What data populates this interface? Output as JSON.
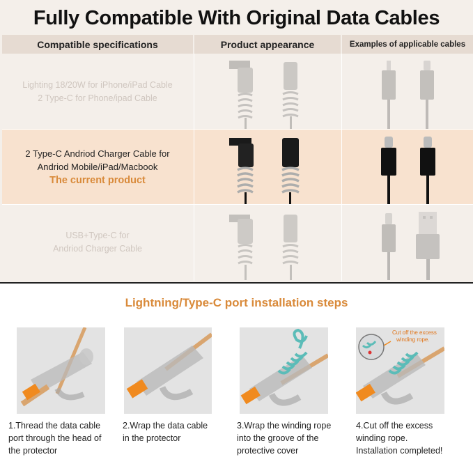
{
  "title": "Fully Compatible With Original Data Cables",
  "table": {
    "headers": [
      "Compatible specifications",
      "Product appearance",
      "Examples of applicable cables"
    ],
    "rows": [
      {
        "lines": [
          "Lighting 18/20W for iPhone/iPad Cable",
          "2 Type-C for Phone/ipad Cable"
        ],
        "highlight": ""
      },
      {
        "lines": [
          "2 Type-C Andriod Charger Cable for",
          "Andriod Mobile/iPad/Macbook"
        ],
        "highlight": "The current product"
      },
      {
        "lines": [
          "USB+Type-C for",
          "Andriod Charger Cable"
        ],
        "highlight": ""
      }
    ]
  },
  "steps": {
    "title": "Lightning/Type-C port installation steps",
    "items": [
      {
        "lines": [
          "1.Thread the data cable",
          "port through the head of",
          "the protector"
        ]
      },
      {
        "lines": [
          "2.Wrap the data cable",
          "in the protector"
        ]
      },
      {
        "lines": [
          "3.Wrap the winding rope",
          "into the groove of the",
          "protective cover"
        ]
      },
      {
        "lines": [
          "4.Cut off the excess",
          "winding rope.",
          "Installation completed!"
        ],
        "callout": [
          "Cut off the excess",
          "winding rope."
        ]
      }
    ]
  },
  "colors": {
    "accent": "#d98a3a",
    "header_bg": "#e6dbd2",
    "highlight_row": "#f8e2cf",
    "panel_bg": "#f4efea"
  }
}
